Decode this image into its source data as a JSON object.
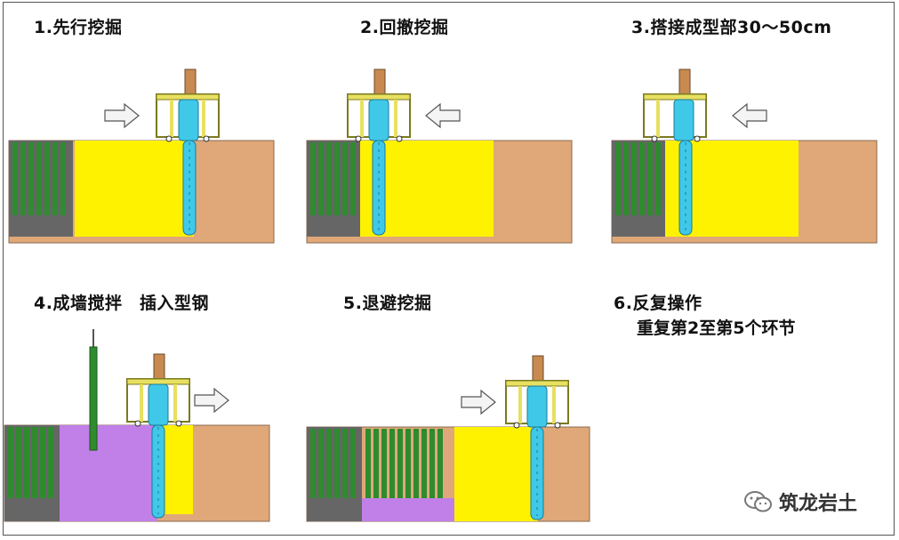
{
  "steps": [
    {
      "title": "1.先行挖掘"
    },
    {
      "title": "2.回撤挖掘"
    },
    {
      "title": "3.搭接成型部30～50cm"
    },
    {
      "title": "4.成墙搅拌　插入型钢"
    },
    {
      "title": "5.退避挖掘"
    },
    {
      "title": "6.反复操作",
      "subtitle": "重复第2至第5个环节"
    }
  ],
  "watermark": {
    "text": "筑龙岩土",
    "icon": "wechat-icon"
  },
  "colors": {
    "soil": "#E0A878",
    "new_wall": "#FFF200",
    "old_wall": "#666666",
    "mixed_wall": "#C17FE8",
    "steel": "#2E8B2E",
    "auger": "#40C8E8",
    "frame": "#E8E060",
    "mast": "#C88A50",
    "arrow": "#F4F4F4"
  }
}
